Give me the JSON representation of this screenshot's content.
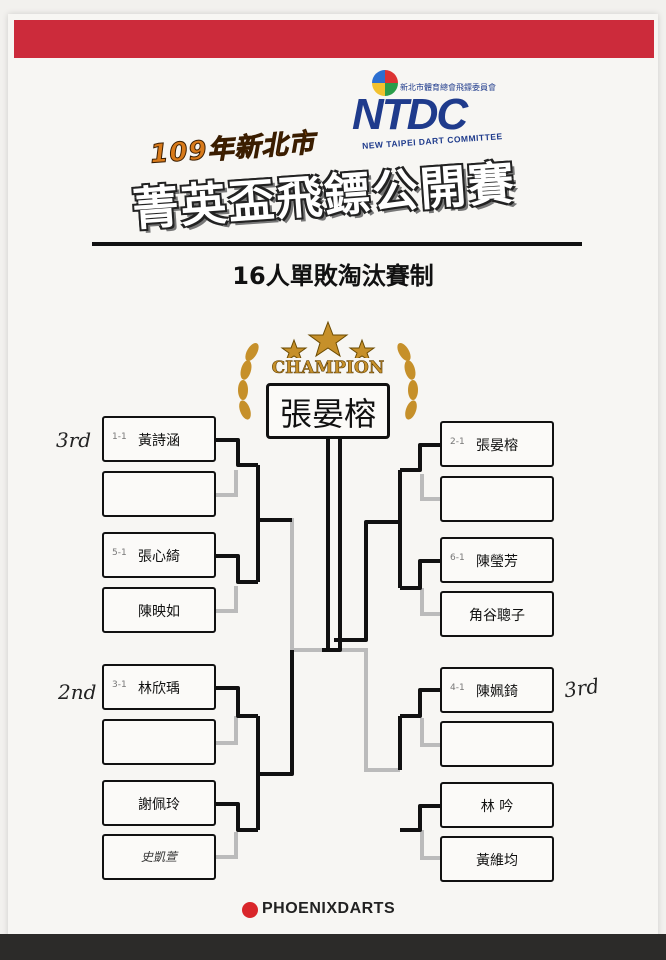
{
  "header": {
    "year_title": "109年新北市",
    "main_title": "菁英盃飛鏢公開賽",
    "org_logo": "NTDC",
    "org_full": "NEW TAIPEI DART COMMITTEE",
    "org_tag": "新北市體育總會飛鏢委員會",
    "subtitle": "16人單敗淘汰賽制"
  },
  "champion": {
    "label": "CHAMPION",
    "name": "張晏榕",
    "star_icon": "star-icon",
    "laurel_icon": "laurel-icon"
  },
  "left_slots": [
    {
      "seed": "1-1",
      "name": "黃詩涵"
    },
    {
      "seed": "",
      "name": ""
    },
    {
      "seed": "5-1",
      "name": "張心綺"
    },
    {
      "seed": "",
      "name": "陳映如"
    },
    {
      "seed": "3-1",
      "name": "林欣瑀"
    },
    {
      "seed": "",
      "name": ""
    },
    {
      "seed": "",
      "name": "謝佩玲"
    },
    {
      "seed": "",
      "name": "史凱萱"
    }
  ],
  "right_slots": [
    {
      "seed": "2-1",
      "name": "張晏榕"
    },
    {
      "seed": "",
      "name": ""
    },
    {
      "seed": "6-1",
      "name": "陳瑩芳"
    },
    {
      "seed": "",
      "name": "角谷聰子"
    },
    {
      "seed": "4-1",
      "name": "陳姵錡"
    },
    {
      "seed": "",
      "name": ""
    },
    {
      "seed": "",
      "name": "林 吟"
    },
    {
      "seed": "",
      "name": "黃維均"
    }
  ],
  "notes": {
    "third_left": "3rd",
    "second": "2nd",
    "third_right": "3rd"
  },
  "sponsor": {
    "name": "PHOENIXDARTS",
    "icon": "phoenix-logo-icon"
  },
  "colors": {
    "banner_red": "#cc2b3b",
    "title_orange": "#d87a1a",
    "org_blue": "#1f3b8c",
    "gold": "#c6902a",
    "ink": "#111111"
  }
}
